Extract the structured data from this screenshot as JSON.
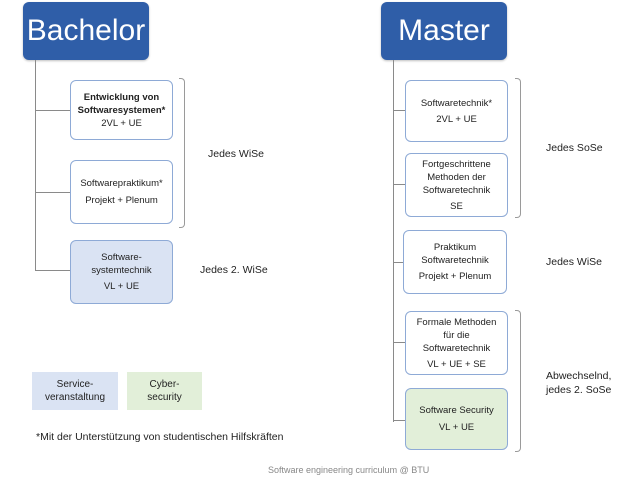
{
  "bachelor": {
    "title": "Bachelor",
    "courses": [
      {
        "lines": [
          "Entwicklung von",
          "Softwaresystemen*",
          "2VL + UE"
        ],
        "bold_lines": 2
      },
      {
        "lines": [
          "Softwarepraktikum*",
          "Projekt + Plenum"
        ]
      },
      {
        "lines": [
          "Software-",
          "systemtechnik",
          "VL + UE"
        ],
        "fill": "#dae3f3"
      }
    ],
    "schedules": [
      "Jedes WiSe",
      "Jedes 2. WiSe"
    ]
  },
  "master": {
    "title": "Master",
    "courses": [
      {
        "lines": [
          "Softwaretechnik*",
          "2VL + UE"
        ]
      },
      {
        "lines": [
          "Fortgeschrittene",
          "Methoden der",
          "Softwaretechnik",
          "SE"
        ]
      },
      {
        "lines": [
          "Praktikum",
          "Softwaretechnik",
          "Projekt + Plenum"
        ]
      },
      {
        "lines": [
          "Formale Methoden",
          "für die",
          "Softwaretechnik",
          "VL + UE + SE"
        ]
      },
      {
        "lines": [
          "Software Security",
          "VL + UE"
        ],
        "fill": "#e2efd9"
      }
    ],
    "schedules": [
      "Jedes SoSe",
      "Jedes WiSe",
      "Abwechselnd,",
      "jedes 2. SoSe"
    ]
  },
  "legend": [
    {
      "lines": [
        "Service-",
        "veranstaltung"
      ],
      "color": "#dae3f3"
    },
    {
      "lines": [
        "Cyber-",
        "security"
      ],
      "color": "#e2efd9"
    }
  ],
  "footnote": "*Mit der Unterstützung von studentischen Hilfskräften",
  "caption": "Software engineering curriculum @ BTU",
  "colors": {
    "header": "#2f5ea8",
    "box_border": "#8eaad6"
  }
}
